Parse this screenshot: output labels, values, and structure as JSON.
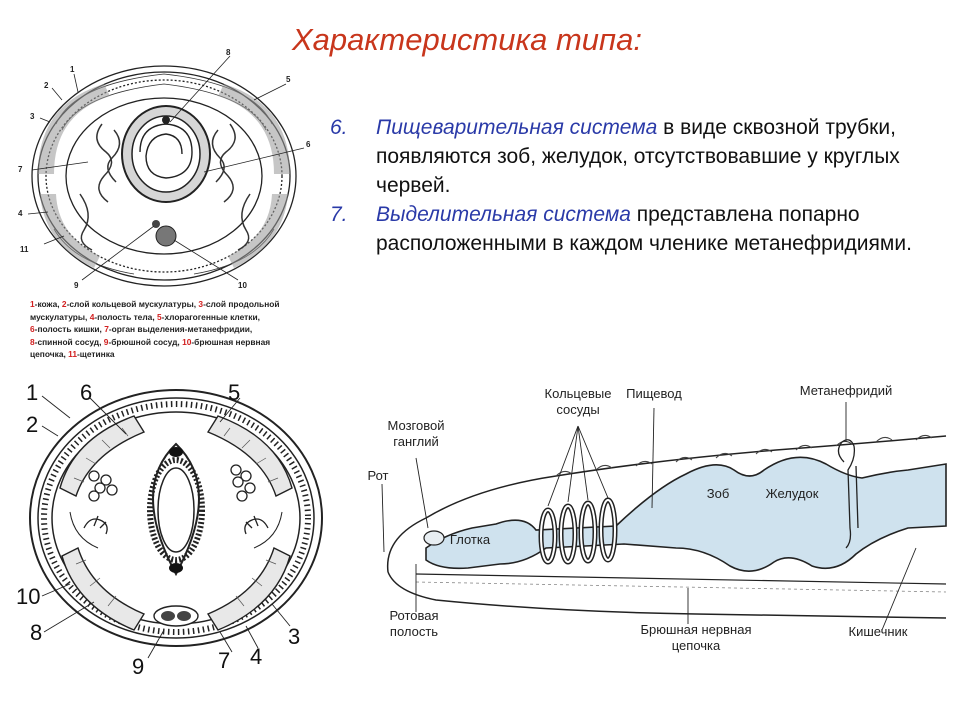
{
  "title": "Характеристика типа:",
  "points": [
    {
      "num": "6.",
      "term": "Пищеварительная система",
      "text": " в виде сквозной трубки, появляются зоб, желудок, отсутствовавшие у круглых червей."
    },
    {
      "num": "7.",
      "term": "Выделительная система",
      "text": " представлена попарно расположенными в каждом членике метанефридиями."
    }
  ],
  "figure1": {
    "labels": {
      "l1": "1",
      "l2": "2",
      "l3": "3",
      "l4": "4",
      "l5": "5",
      "l6": "6",
      "l7": "7",
      "l8": "8",
      "l9": "9",
      "l10": "10",
      "l11": "11"
    },
    "caption": {
      "line1": [
        {
          "n": "1",
          "t": "-кожа, "
        },
        {
          "n": "2",
          "t": "-слой кольцевой мускулатуры, "
        },
        {
          "n": "3",
          "t": "-слой продольной"
        }
      ],
      "line2": [
        {
          "n": "",
          "t": "мускулатуры, "
        },
        {
          "n": "4",
          "t": "-полость тела, "
        },
        {
          "n": "5",
          "t": "-хлорагогенные клетки,"
        }
      ],
      "line3": [
        {
          "n": "6",
          "t": "-полость кишки, "
        },
        {
          "n": "7",
          "t": "-орган выделения-метанефридии,"
        }
      ],
      "line4": [
        {
          "n": "8",
          "t": "-спинной сосуд, "
        },
        {
          "n": "9",
          "t": "-брюшной сосуд, "
        },
        {
          "n": "10",
          "t": "-брюшная нервная"
        }
      ],
      "line5": [
        {
          "n": "",
          "t": "цепочка, "
        },
        {
          "n": "11",
          "t": "-щетинка"
        }
      ]
    }
  },
  "figure2": {
    "labels": {
      "l1": "1",
      "l2": "2",
      "l3": "3",
      "l4": "4",
      "l5": "5",
      "l6": "6",
      "l7": "7",
      "l8": "8",
      "l9": "9",
      "l10": "10"
    }
  },
  "figure3": {
    "labels": {
      "vessels_1": "Кольцевые",
      "vessels_2": "сосуды",
      "esophagus": "Пищевод",
      "metanephridium": "Метанефридий",
      "ganglion_1": "Мозговой",
      "ganglion_2": "ганглий",
      "mouth": "Рот",
      "pharynx": "Глотка",
      "crop": "Зоб",
      "stomach": "Желудок",
      "oral_1": "Ротовая",
      "oral_2": "полость",
      "nerve_1": "Брюшная нервная",
      "nerve_2": "цепочка",
      "intestine": "Кишечник"
    }
  },
  "colors": {
    "title": "#c8361c",
    "term": "#2a3aa8",
    "caption_num": "#d22020",
    "gut_fill": "#cfe2ee",
    "ink": "#222222"
  }
}
